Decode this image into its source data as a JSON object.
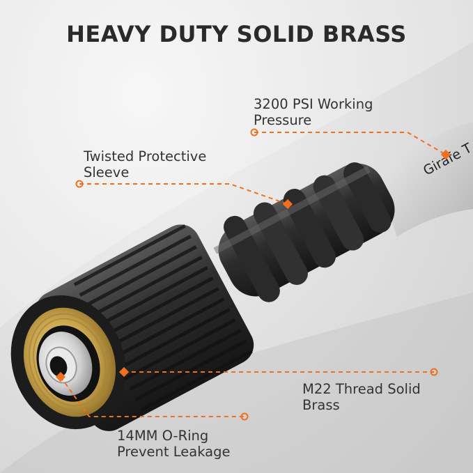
{
  "title": "HEAVY DUTY SOLID BRASS",
  "brand_text": "Girafe T",
  "colors": {
    "accent": "#f07020",
    "rubber": "#2b2b2b",
    "brass": "#c9a54e",
    "hose": "#d8d8d8"
  },
  "callouts": {
    "pressure": {
      "line1": "3200 PSI Working",
      "line2": "Pressure"
    },
    "sleeve": {
      "line1": "Twisted Protective",
      "line2": "Sleeve"
    },
    "thread": {
      "line1": "M22 Thread Solid",
      "line2": "Brass"
    },
    "oring": {
      "line1": "14MM O-Ring",
      "line2": "Prevent Leakage"
    }
  }
}
